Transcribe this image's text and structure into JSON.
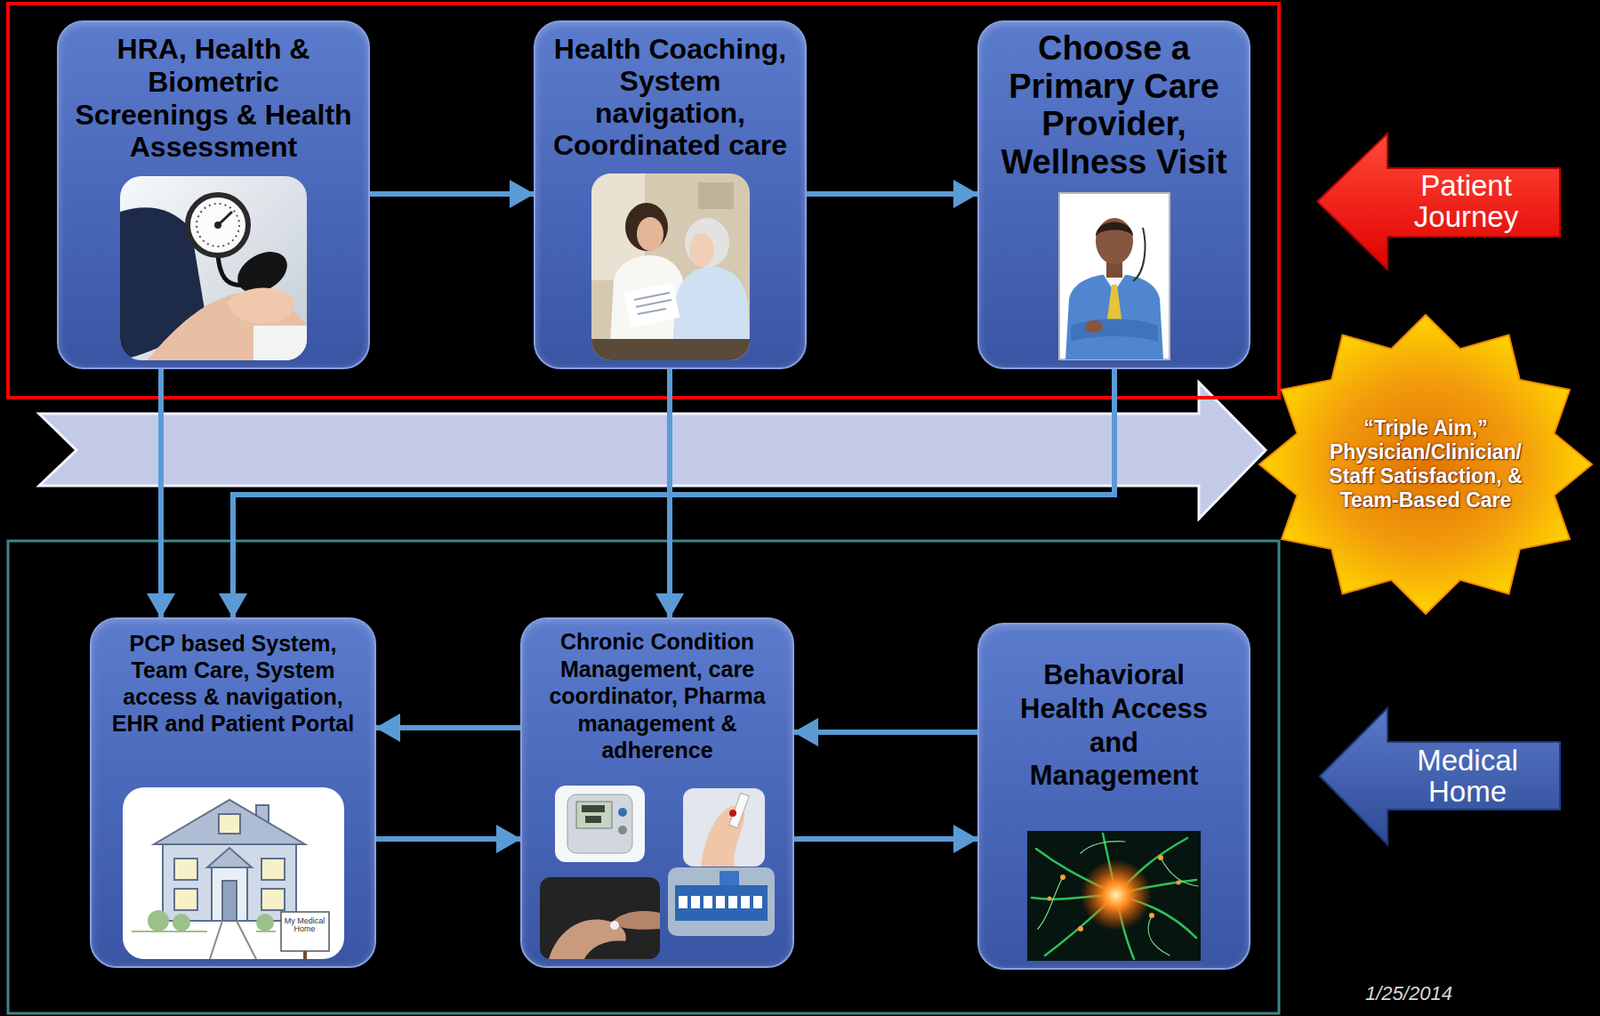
{
  "diagram": {
    "nodes": [
      {
        "text": [
          "HRA, Health & Biometric Screenings & Health Assessment"
        ]
      },
      {
        "text": [
          "Health Coaching, System navigation, Coordinated care"
        ]
      },
      {
        "text": [
          "Choose a Primary Care Provider, Wellness Visit"
        ]
      },
      {
        "text": [
          "Patient Journey"
        ]
      },
      {
        "text": [
          "“Triple Aim,” Physician/Clinician/ Staff Satisfaction, & Team-Based Care"
        ]
      },
      {
        "text": [
          "PCP based System, Team Care, System access & navigation, EHR and Patient Portal"
        ]
      },
      {
        "text": [
          "Chronic Condition Management, care coordinator, Pharma management & adherence"
        ]
      },
      {
        "text": [
          "Behavioral Health Access and Management"
        ]
      },
      {
        "text": [
          "Medical Home"
        ]
      }
    ],
    "edges": [
      {
        "from": 0,
        "to": 1,
        "arrow": "to"
      },
      {
        "from": 1,
        "to": 2,
        "arrow": "to"
      },
      {
        "from": 0,
        "to": 5,
        "arrow": "to"
      },
      {
        "from": 2,
        "to": 5,
        "arrow": "to"
      },
      {
        "from": 1,
        "to": 6,
        "arrow": "to"
      },
      {
        "from": 6,
        "to": 5,
        "arrow": "to"
      },
      {
        "from": 5,
        "to": 6,
        "arrow": "to"
      },
      {
        "from": 6,
        "to": 7,
        "arrow": "to"
      },
      {
        "from": 7,
        "to": 6,
        "arrow": "to"
      }
    ],
    "labels": [
      "My Medical Home",
      "1/25/2014"
    ]
  }
}
